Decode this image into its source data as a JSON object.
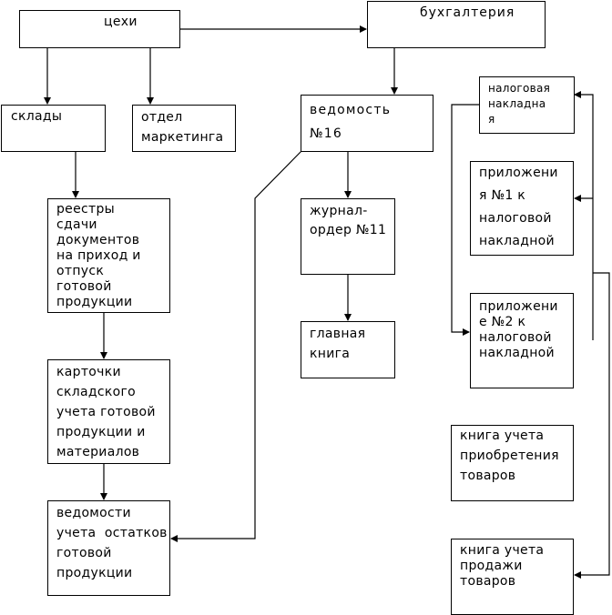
{
  "diagram": {
    "nodes": {
      "workshops": "цехи",
      "accounting": "бухгалтерия",
      "warehouses": "склады",
      "marketing": "отдел\nмаркетинга",
      "statement16": "ведомость\n№16",
      "tax_invoice": "налоговая\nнакладна\nя",
      "registers": "реестры\nсдачи\nдокументов\nна приход и\nотпуск\nготовой\nпродукции",
      "journal_order": "журнал-\nордер №11",
      "appendix1": "приложени\nя №1 к\nналоговой\nнакладной",
      "general_ledger": "главная\nкнига",
      "appendix2": "приложени\nе      №2      к\nналоговой\nнакладной",
      "stock_cards": "карточки\nскладского\nучета готовой\nпродукции и\nматериалов",
      "purchase_book": "книга учета\nприобретения\nтоваров",
      "balance_statements": "ведомости\nучета  остатков\nготовой\nпродукции",
      "sales_book": "книга учета\nпродажи\nтоваров"
    }
  }
}
